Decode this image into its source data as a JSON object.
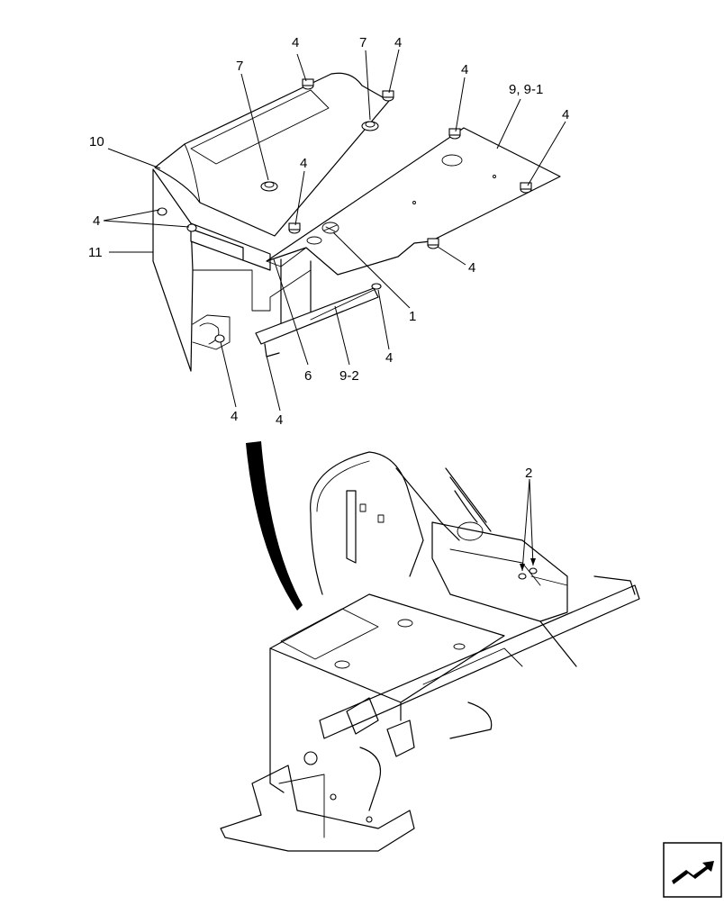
{
  "callouts": {
    "c4_top_left": "4",
    "c7_left": "7",
    "c7_center": "7",
    "c4_top_center": "4",
    "c4_top_right": "4",
    "c9_91": "9, 9-1",
    "c4_far_right": "4",
    "c10": "10",
    "c4_mid": "4",
    "c4_left_double": "4",
    "c11": "11",
    "c4_right_nut": "4",
    "c1": "1",
    "c4_lower_right": "4",
    "c6": "6",
    "c9_2": "9-2",
    "c4_bottom_left": "4",
    "c4_bottom_center": "4",
    "c2": "2"
  },
  "nav_icon": "next-page-arrow-icon"
}
